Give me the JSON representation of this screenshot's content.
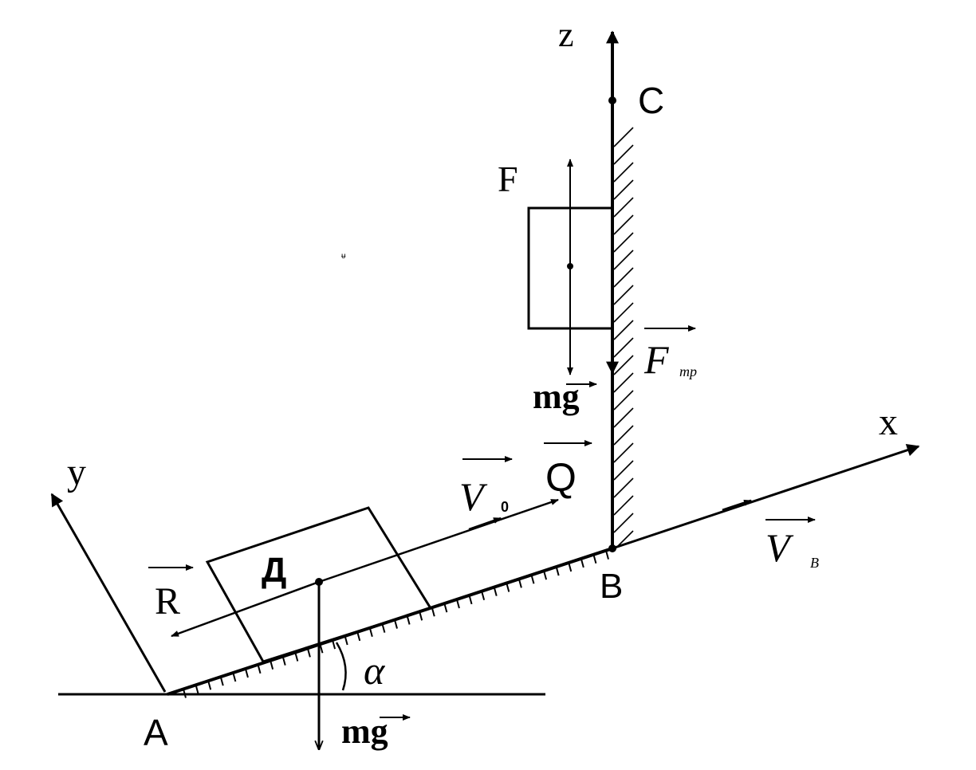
{
  "diagram": {
    "points": {
      "A": "A",
      "B": "B",
      "C": "C",
      "D": "Д"
    },
    "axes": {
      "x": "x",
      "y": "y",
      "z": "z"
    },
    "angle": "α",
    "forces": {
      "mg_incline": "mg",
      "mg_wall": "mg",
      "R": "R",
      "Q": "Q",
      "F": "F",
      "F_friction": "F",
      "F_friction_sub": "тр"
    },
    "velocities": {
      "V0": "V",
      "V0_sub": "0",
      "VB": "V",
      "VB_sub": "B"
    }
  }
}
